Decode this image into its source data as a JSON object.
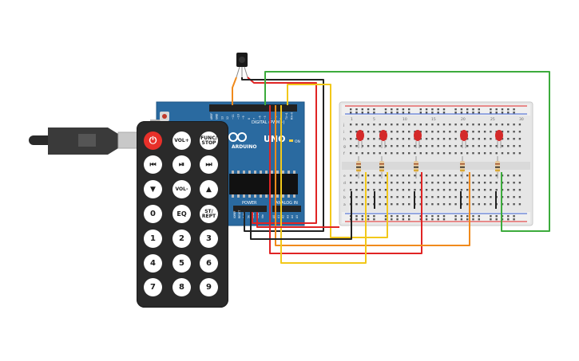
{
  "arduino": {
    "brand": "ARDUINO",
    "model": "UNO",
    "digital_label": "DIGITAL (PWM~)",
    "power_label": "POWER",
    "analog_label": "ANALOG IN",
    "on_label": "ON",
    "pin_labels_top": [
      "AREF",
      "GND",
      "13",
      "12",
      "~11",
      "~10",
      "~9",
      "8",
      "7",
      "~6",
      "~5",
      "4",
      "~3",
      "2",
      "TX→1",
      "RX←0"
    ],
    "pin_labels_power": [
      "IOREF",
      "RESET",
      "3.3V",
      "5V",
      "GND",
      "GND",
      "Vin"
    ],
    "pin_labels_analog": [
      "A0",
      "A1",
      "A2",
      "A3",
      "A4",
      "A5"
    ]
  },
  "remote": {
    "buttons": [
      {
        "id": "power",
        "label": "⏻"
      },
      {
        "id": "vol_up",
        "label": "VOL+"
      },
      {
        "id": "func_stop",
        "label": "FUNC/ STOP"
      },
      {
        "id": "prev",
        "label": "⏮"
      },
      {
        "id": "play_pause",
        "label": "⏯"
      },
      {
        "id": "next",
        "label": "⏭"
      },
      {
        "id": "down",
        "label": "▼"
      },
      {
        "id": "vol_down",
        "label": "VOL-"
      },
      {
        "id": "up",
        "label": "▲"
      },
      {
        "id": "zero",
        "label": "0"
      },
      {
        "id": "eq",
        "label": "EQ"
      },
      {
        "id": "st_rept",
        "label": "ST/ REPT"
      },
      {
        "id": "one",
        "label": "1"
      },
      {
        "id": "two",
        "label": "2"
      },
      {
        "id": "three",
        "label": "3"
      },
      {
        "id": "four",
        "label": "4"
      },
      {
        "id": "five",
        "label": "5"
      },
      {
        "id": "six",
        "label": "6"
      },
      {
        "id": "seven",
        "label": "7"
      },
      {
        "id": "eight",
        "label": "8"
      },
      {
        "id": "nine",
        "label": "9"
      }
    ]
  },
  "breadboard": {
    "row_letters": [
      "a",
      "b",
      "c",
      "d",
      "e",
      "f",
      "g",
      "h",
      "i",
      "j"
    ],
    "column_numbers": [
      "1",
      "5",
      "10",
      "15",
      "20",
      "25",
      "30"
    ]
  },
  "colors": {
    "board": "#2a6aa0",
    "wire_red": "#e02424",
    "wire_yellow": "#f2c81a",
    "wire_orange": "#f08a1c",
    "wire_green": "#3cab3c",
    "wire_black": "#222222",
    "led_red": "#d42a2a",
    "breadboard": "#e8e8e8"
  }
}
